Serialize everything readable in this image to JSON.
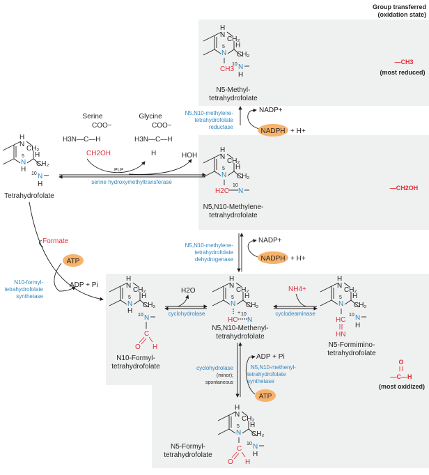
{
  "header": {
    "line1": "Group transferred",
    "line2": "(oxidation state)"
  },
  "compounds": {
    "thf": {
      "name": "Tetrahydrofolate"
    },
    "methyl": {
      "name1": "N5-Methyl-",
      "name2": "tetrahydrofolate",
      "group": "CH3"
    },
    "methylene": {
      "name1": "N5,N10-Methylene-",
      "name2": "tetrahydrofolate",
      "group": "H2C"
    },
    "formyl10": {
      "name1": "N10-Formyl-",
      "name2": "tetrahydrofolate"
    },
    "methenyl": {
      "name1": "N5,N10-Methenyl-",
      "name2": "tetrahydrofolate"
    },
    "formimino": {
      "name1": "N5-Formimino-",
      "name2": "tetrahydrofolate"
    },
    "formyl5": {
      "name1": "N5-Formyl-",
      "name2": "tetrahydrofolate"
    }
  },
  "groups": {
    "ch3": {
      "formula": "—CH3",
      "state": "(most reduced)"
    },
    "ch2oh": {
      "formula": "—CH2OH"
    },
    "cho": {
      "formula": "—C—H",
      "state": "(most oxidized)"
    }
  },
  "serine": {
    "label": "Serine",
    "coo": "COO−",
    "amine": "H3N—C—H",
    "side": "CH2OH"
  },
  "glycine": {
    "label": "Glycine",
    "coo": "COO−",
    "amine": "H3N—C—H",
    "side": "H"
  },
  "cofactors": {
    "plp": "PLP",
    "hoh": "HOH",
    "formate": "Formate",
    "atp": "ATP",
    "adp_pi": "ADP + Pi",
    "nadp": "NADP+",
    "nadph": "NADPH",
    "h_plus": "+ H+",
    "h2o": "H2O",
    "nh4": "NH4+"
  },
  "enzymes": {
    "shmt": "serine hydroxymethyltransferase",
    "reductase": [
      "N5,N10-methylene-",
      "tetrahydrofolate",
      "reductase"
    ],
    "dehydrogenase": [
      "N5,N10-methylene-",
      "tetrahydrofolate",
      "dehydrogenase"
    ],
    "formyl_synthetase": [
      "N10-formyl-",
      "tetrahydrofolate",
      "synthetase"
    ],
    "cyclohydrolase": "cyclohydrolase",
    "cyclodeaminase": "cyclodeaminase",
    "cyclohydrolase_minor": [
      "cyclohydrolase",
      "(minor);",
      "spontaneous"
    ],
    "methenyl_synthetase": [
      "N5,N10-methenyl-",
      "tetrahydrofolate",
      "synthetase"
    ]
  },
  "colors": {
    "enzyme": "#2e86c1",
    "group": "#e0303b",
    "panel": "#eff0f0",
    "pill": "#f7b36b"
  }
}
